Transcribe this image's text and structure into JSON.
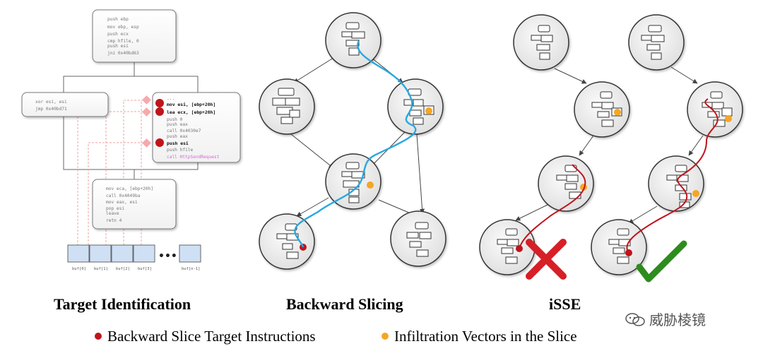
{
  "panels": {
    "target_identification": {
      "title": "Target Identification",
      "block_top": [
        "push ebp",
        "mov ebp, esp",
        "push ecx",
        "cmp hfile, 0",
        "push esi",
        "jnz 0x40bd63"
      ],
      "block_left": [
        "xor esi, esi",
        "jmp 0x40bd71"
      ],
      "block_mid": [
        {
          "text": "...",
          "style": "normal"
        },
        {
          "text": "mov esi, [ebp+20h]",
          "style": "bold"
        },
        {
          "text": "lea ecx, [ebp+20h]",
          "style": "bold"
        },
        {
          "text": "push 0",
          "style": "normal"
        },
        {
          "text": "push eax",
          "style": "normal"
        },
        {
          "text": "call 0x4030e7",
          "style": "normal"
        },
        {
          "text": "push eax",
          "style": "normal"
        },
        {
          "text": "push esi",
          "style": "bold"
        },
        {
          "text": "push hfile",
          "style": "normal"
        },
        {
          "text": "call HttpSendRequest",
          "style": "pink"
        }
      ],
      "block_bottom": [
        "mov eca, [ebp+20h]",
        "call 0x4049ba",
        "mov eax, esi",
        "pop esi",
        "leave",
        "retn 4"
      ],
      "buffers": [
        "buf[0]",
        "buf[1]",
        "buf[2]",
        "buf[3]",
        "buf[n-1]"
      ],
      "ellipsis": "•••"
    },
    "backward_slicing": {
      "title": "Backward Slicing"
    },
    "isse": {
      "title": "iSSE"
    }
  },
  "legend": {
    "items": [
      {
        "label": "Backward Slice Target Instructions",
        "color": "#c0141c"
      },
      {
        "label": "Infiltration Vectors in the Slice",
        "color": "#f5a623"
      }
    ]
  },
  "watermark": "威胁棱镜",
  "colors": {
    "slice_path_blue": "#29a8df",
    "slice_path_red": "#c0141c",
    "cross": "#d61f26",
    "check": "#2e8b1e",
    "dashed_line": "#f0a0a0",
    "buffer_fill": "#cfe0f5"
  },
  "icons": {
    "reject": "cross-mark-icon",
    "accept": "check-mark-icon",
    "watermark_logo": "wechat-logo-icon"
  }
}
